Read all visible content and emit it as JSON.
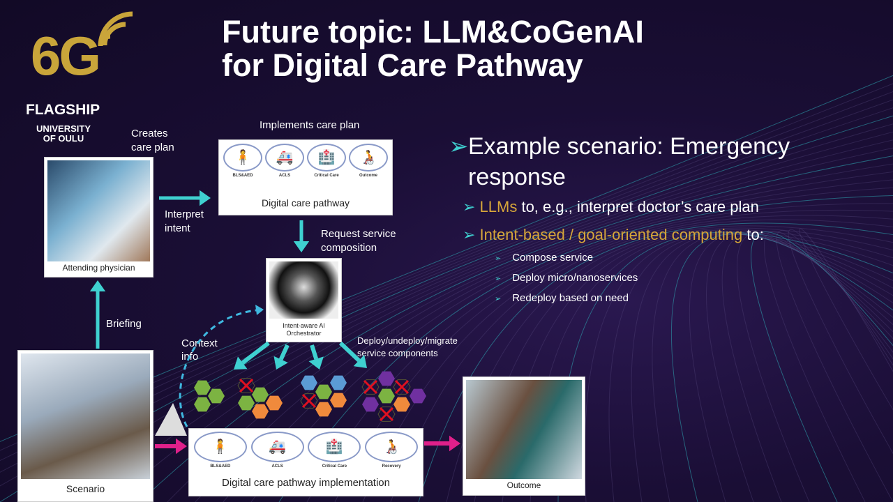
{
  "title": {
    "line1": "Future topic: LLM&CoGenAI",
    "line2": "for Digital Care Pathway"
  },
  "logo": {
    "mark": "6G",
    "flagship": "FLAGSHIP",
    "university_line1": "UNIVERSITY",
    "university_line2": "OF OULU"
  },
  "diagram": {
    "creates_care_plan": "Creates\ncare plan",
    "physician_caption": "Attending physician",
    "interpret_intent": "Interpret\nintent",
    "implements_care_plan": "Implements care plan",
    "pathway_caption": "Digital care pathway",
    "pathway_steps": [
      "BLS&AED",
      "ACLS",
      "Critical Care",
      "Outcome"
    ],
    "request_service": "Request service\ncomposition",
    "orchestrator_caption": "Intent-aware AI\nOrchestrator",
    "briefing": "Briefing",
    "context_info": "Context\ninfo",
    "deploy_label": "Deploy/undeploy/migrate\nservice components",
    "scenario_caption": "Scenario",
    "implementation_caption": "Digital care pathway implementation",
    "implementation_steps": [
      "BLS&AED",
      "ACLS",
      "Critical Care",
      "Recovery"
    ],
    "outcome_caption": "Outcome"
  },
  "bullets": {
    "main": "Example scenario: Emergency response",
    "sub1_highlight": "LLMs",
    "sub1_rest": " to, e.g., interpret doctor’s care plan",
    "sub2_highlight": "Intent-based / goal-oriented computing",
    "sub2_rest": " to:",
    "items": [
      "Compose service",
      "Deploy micro/nanoservices",
      "Redeploy based on need"
    ]
  },
  "colors": {
    "accent_gold": "#d6a63a",
    "cyan": "#3fd0d0",
    "magenta": "#e0208a",
    "hex_green": "#7cb342",
    "hex_orange": "#f08a3c",
    "hex_blue": "#5b9bd5",
    "hex_purple": "#7030a0"
  }
}
